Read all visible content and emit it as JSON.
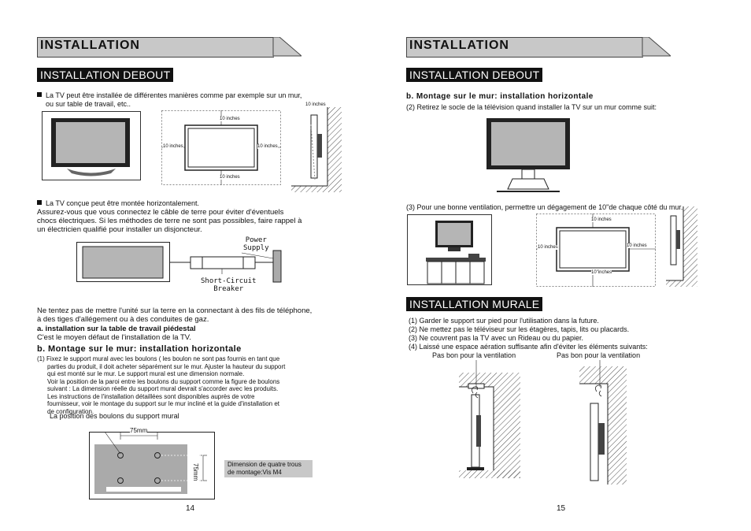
{
  "left_page": {
    "header": "INSTALLATION",
    "section": "INSTALLATION DEBOUT",
    "bullet1_line1": "La TV peut être installée de différentes manières comme par exemple sur un mur,",
    "bullet1_line2": "ou sur table de travail, etc..",
    "dim_top": "10 inches",
    "dim_left": "10 inches",
    "dim_right": "10 inches",
    "dim_bottom": "10 inches",
    "dim_side": "10 inches",
    "bullet2": "La TV conçue peut être montée horizontalement.",
    "ground_line1": "Assurez-vous que vous connectez le câble de terre pour éviter  d'éventuels",
    "ground_line2": "chocs électriques. Si les méthodes de terre ne sont pas possibles, faire rappel à",
    "ground_line3": "un électricien qualifié pour installer un disjoncteur.",
    "power_supply_1": "Power",
    "power_supply_2": "Supply",
    "breaker_1": "Short-Circuit",
    "breaker_2": "Breaker",
    "warn_line1": "Ne tentez pas de mettre l'unité sur la terre en la connectant à des fils de téléphone,",
    "warn_line2": "à des tiges d'allégement ou à des conduites de gaz.",
    "sub_a": "a.  installation sur la table de travail piédestal",
    "sub_a_text": "C'est le moyen défaut de l'installation de la TV.",
    "sub_b": "b. Montage sur le mur: installation horizontale",
    "b_lines": [
      "(1) Fixez le support mural avec les boulons ( les boulon ne sont pas fournis en tant que",
      "parties du produit, il doit acheter séparément sur le mur. Ajuster la hauteur du support",
      "qui est monté sur le mur. Le support mural est une dimension normale.",
      "Voir la position de la paroi entre les boulons du support comme la figure de boulons",
      "suivant : La dimension réelle du support mural devrait s'accorder avec les produits.",
      "Les instructions de l'installation détaillées sont disponibles auprès de votre",
      "fournisseur, voir le montage du support sur le mur incliné et la guide d'installation et",
      "de configuration."
    ],
    "bolt_caption": "La position des boulons du support mural",
    "dim_75_h": "75mm",
    "dim_75_v": "75mm",
    "note_line1": "Dimension de quatre trous",
    "note_line2": "de montage:Vis M4",
    "page_number": "14"
  },
  "right_page": {
    "header": "INSTALLATION",
    "section1": "INSTALLATION DEBOUT",
    "sub_b": "b. Montage sur le mur: installation horizontale",
    "step2": "(2) Retirez le socle de la télévision quand installer la TV sur un mur comme suit:",
    "step3": "(3) Pour une bonne ventilation, permettre un dégagement de 10\"de chaque côté du mur.",
    "dim_top": "10 inches",
    "dim_left": "10 inches",
    "dim_right": "10 inches",
    "dim_bottom": "10\"inches",
    "section2": "INSTALLATION MURALE",
    "murale_lines": [
      "(1) Garder le support sur pied pour l'utilisation dans la future.",
      "(2) Ne mettez pas le téléviseur sur les étagères, tapis, lits ou placards.",
      "(3) Ne couvrent pas la TV avec un Rideau ou du papier.",
      "(4) Laissé une espace aération suffisante afin d'éviter les éléments suivants:"
    ],
    "vent_label_1": "Pas bon pour la ventilation",
    "vent_label_2": "Pas bon pour la ventilation",
    "page_number": "15"
  }
}
